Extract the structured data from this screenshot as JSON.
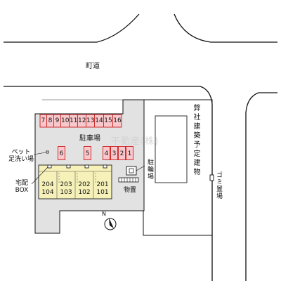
{
  "road": {
    "label": "町道"
  },
  "parking": {
    "label": "駐車場",
    "top_row": [
      "7",
      "8",
      "9",
      "10",
      "11",
      "12",
      "13",
      "14",
      "15",
      "16"
    ],
    "middle": [
      "6",
      "5"
    ],
    "right_row": [
      "4",
      "3",
      "2",
      "1"
    ]
  },
  "building": {
    "units_top": [
      "204",
      "203",
      "202",
      "201"
    ],
    "units_bottom": [
      "104",
      "103",
      "102",
      "101"
    ]
  },
  "labels": {
    "pet_wash_line1": "ペット",
    "pet_wash_line2": "足洗い場",
    "delivery_box_line1": "宅配",
    "delivery_box_line2": "BOX",
    "bicycle": "駐輪場",
    "storage": "物置",
    "neighbor_building": "弊社建築予定建物",
    "garbage": "ゴミ置場",
    "north": "N"
  },
  "watermark": "不動産(株)",
  "colors": {
    "parking_fill": "#f8c8cc",
    "parking_stroke": "#d03030",
    "building_fill": "#f6f1b8",
    "site_fill": "#e2e2e2",
    "line": "#111111"
  }
}
